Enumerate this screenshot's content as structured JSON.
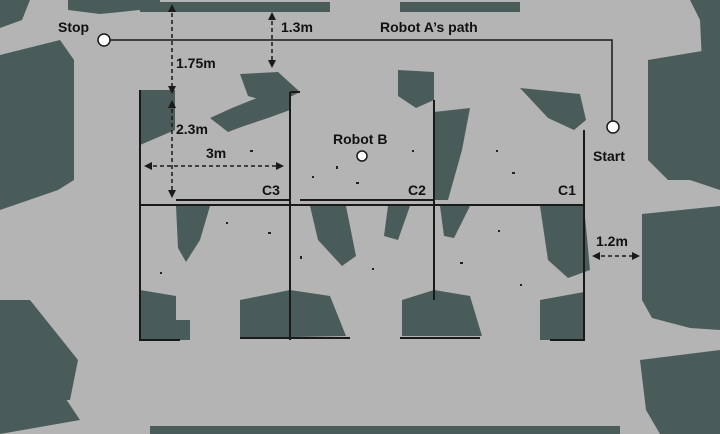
{
  "colors": {
    "floor": "#b4b4b4",
    "obstacle": "#4a5c5a",
    "wall": "#1a1a1a",
    "waypoint": "#ffffff"
  },
  "labels": {
    "stop": "Stop",
    "start": "Start",
    "path": "Robot A’s path",
    "robot_b": "Robot B",
    "c1": "C1",
    "c2": "C2",
    "c3": "C3"
  },
  "dimensions": {
    "d_1_75": "1.75m",
    "d_1_3": "1.3m",
    "d_2_3": "2.3m",
    "d_3": "3m",
    "d_1_2": "1.2m"
  }
}
